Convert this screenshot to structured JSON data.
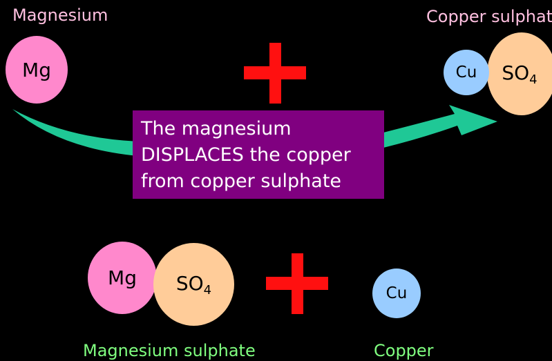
{
  "colors": {
    "background": "#000000",
    "reactant_label": "#ffc0e0",
    "product_label": "#80ff80",
    "mg_circle": "#ff88cc",
    "so4_circle": "#ffcc99",
    "cu_circle": "#99ccff",
    "plus": "#ff1010",
    "arrow": "#1fc896",
    "textbox": "#800080"
  },
  "top": {
    "magnesium_label": "Magnesium",
    "magnesium_symbol": "Mg",
    "copper_sulphate_label": "Copper sulphate",
    "cu_symbol": "Cu",
    "so4_base": "SO",
    "so4_sub": "4"
  },
  "explanation": {
    "lines": [
      "The magnesium",
      "DISPLACES the copper",
      "from copper sulphate"
    ]
  },
  "bottom": {
    "mg_symbol": "Mg",
    "so4_base": "SO",
    "so4_sub": "4",
    "cu_symbol": "Cu",
    "magnesium_sulphate_label": "Magnesium sulphate",
    "copper_label": "Copper"
  }
}
